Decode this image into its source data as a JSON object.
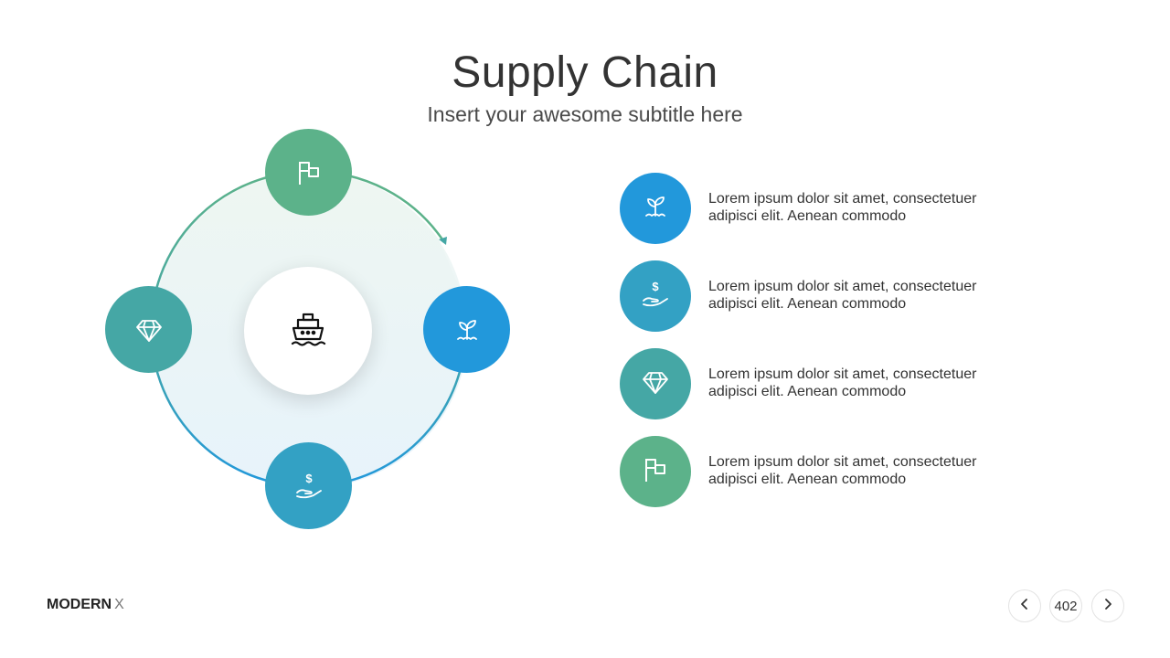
{
  "slide": {
    "title": "Supply Chain",
    "subtitle": "Insert your awesome subtitle here"
  },
  "colors": {
    "green": "#5cb28a",
    "teal": "#45a7a5",
    "blue": "#2298db",
    "steel_blue": "#33a1c4"
  },
  "cycle": {
    "center_icon": "ship-icon",
    "nodes": [
      {
        "icon": "flag-icon",
        "color": "#5cb28a"
      },
      {
        "icon": "sprout-icon",
        "color": "#2298db"
      },
      {
        "icon": "money-hand-icon",
        "color": "#33a1c4"
      },
      {
        "icon": "diamond-icon",
        "color": "#45a7a5"
      }
    ]
  },
  "list": [
    {
      "icon": "sprout-icon",
      "color": "#2298db",
      "line1": "Lorem ipsum dolor sit amet, consectetuer",
      "line2": "adipisci elit. Aenean commodo"
    },
    {
      "icon": "money-hand-icon",
      "color": "#33a1c4",
      "line1": "Lorem ipsum dolor sit amet, consectetuer",
      "line2": "adipisci elit. Aenean commodo"
    },
    {
      "icon": "diamond-icon",
      "color": "#45a7a5",
      "line1": "Lorem ipsum dolor sit amet, consectetuer",
      "line2": "adipisci elit. Aenean commodo"
    },
    {
      "icon": "flag-icon",
      "color": "#5cb28a",
      "line1": "Lorem ipsum dolor sit amet, consectetuer",
      "line2": "adipisci elit. Aenean commodo"
    }
  ],
  "footer": {
    "brand_bold": "MODERN",
    "brand_light": "X",
    "page_number": "402",
    "prev_icon": "chevron-left-icon",
    "next_icon": "chevron-right-icon"
  }
}
